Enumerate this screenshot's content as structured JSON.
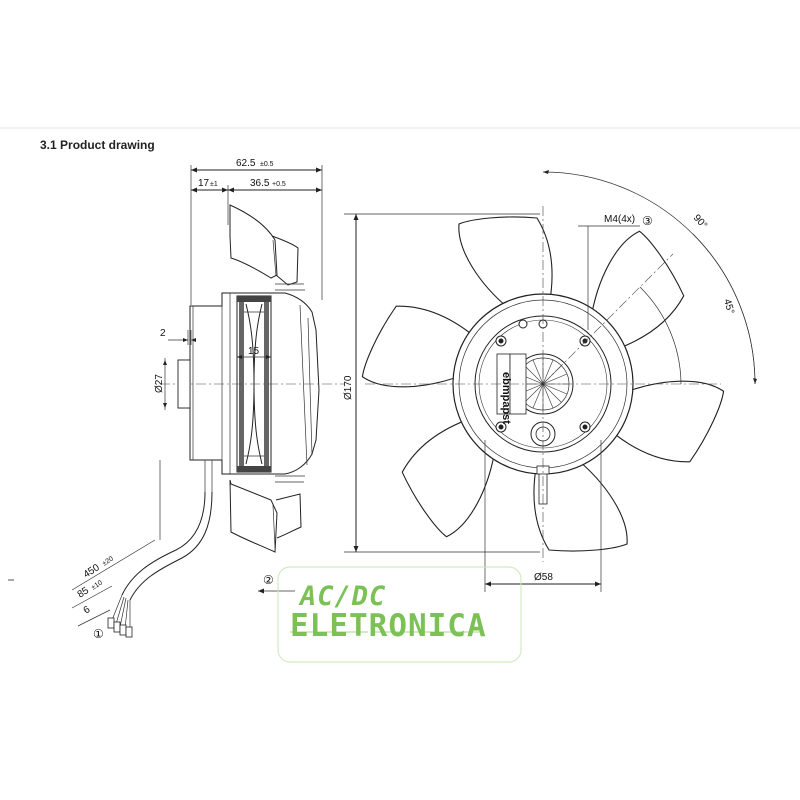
{
  "section_title": "3.1 Product drawing",
  "side_view": {
    "dim_overall": "62.5",
    "dim_overall_tol": "±0.5",
    "dim_front": "17",
    "dim_front_tol": "±1",
    "dim_body": "36.5",
    "dim_body_tol": "+0.5",
    "dim_step": "2",
    "dim_hub_diameter": "Ø27",
    "dim_rotor_width": "15",
    "cable_length": "450",
    "cable_length_tol": "±20",
    "cable_strip": "85",
    "cable_strip_tol": "±10",
    "wire_end": "6",
    "callout_1": "①",
    "callout_2": "②"
  },
  "front_view": {
    "dim_diameter": "Ø170",
    "dim_hub": "Ø58",
    "mount_screws": "M4(4x)",
    "callout_3": "③",
    "angle_large": "90°",
    "angle_small": "45°",
    "brand_label": "ebmpapst"
  },
  "logo": {
    "line1": "AC/DC",
    "line2": "ELETRONICA",
    "color": "#6dbb43"
  }
}
